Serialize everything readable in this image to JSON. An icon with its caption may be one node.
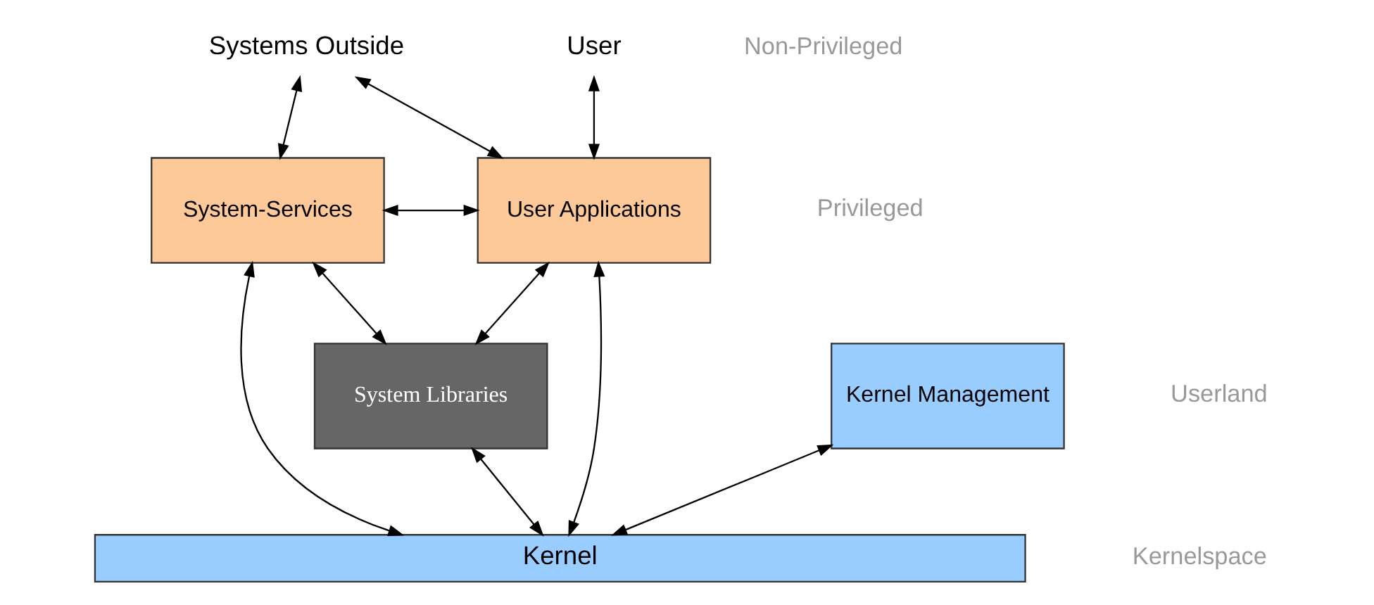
{
  "diagram": {
    "nodes": [
      {
        "text": [
          "Systems Outside"
        ]
      },
      {
        "text": [
          "User"
        ]
      },
      {
        "text": [
          "System-Services"
        ]
      },
      {
        "text": [
          "User Applications"
        ]
      },
      {
        "text": [
          "Kernel Management"
        ]
      },
      {
        "text": [
          "System Libraries"
        ]
      },
      {
        "text": [
          "Kernel"
        ]
      }
    ],
    "edges": [
      {
        "from": 0,
        "to": 2,
        "arrow": "both"
      },
      {
        "from": 0,
        "to": 3,
        "arrow": "both"
      },
      {
        "from": 1,
        "to": 3,
        "arrow": "both"
      },
      {
        "from": 2,
        "to": 3,
        "arrow": "both"
      },
      {
        "from": 2,
        "to": 5,
        "arrow": "both"
      },
      {
        "from": 2,
        "to": 6,
        "arrow": "both"
      },
      {
        "from": 3,
        "to": 5,
        "arrow": "both"
      },
      {
        "from": 3,
        "to": 6,
        "arrow": "both"
      },
      {
        "from": 4,
        "to": 6,
        "arrow": "both"
      },
      {
        "from": 5,
        "to": 6,
        "arrow": "both"
      }
    ],
    "labels": [
      "Non-Privileged",
      "Privileged",
      "Userland",
      "Kernelspace"
    ]
  }
}
